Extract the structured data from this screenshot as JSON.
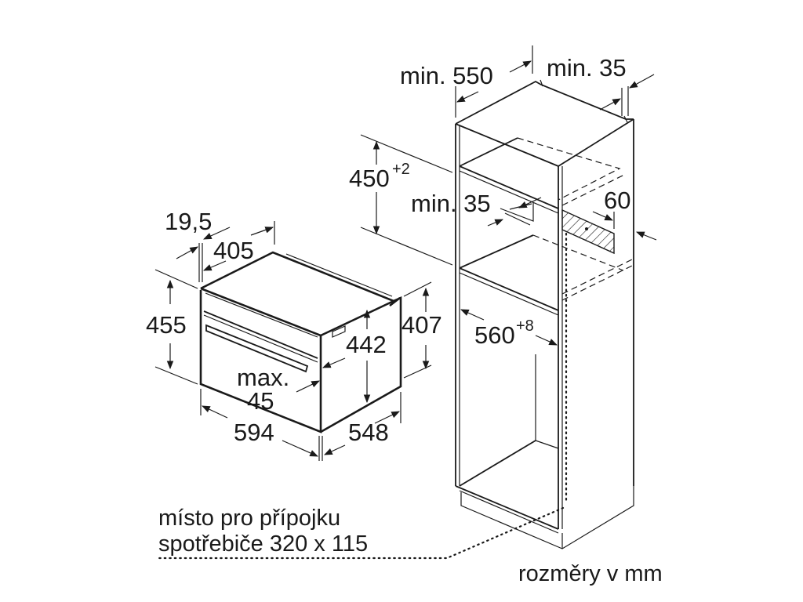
{
  "diagram": {
    "title": "Installation dimensions – built-in compact oven in tall cabinet",
    "background_color": "#ffffff",
    "line_color": "#1a1a1a",
    "appliance": {
      "dimensions": {
        "depth_offset": "19,5",
        "top_depth": "405",
        "height_front": "455",
        "body_height": "442",
        "niche_height": "407",
        "width": "594",
        "depth": "548",
        "handle_gap_label": "max.",
        "handle_gap_value": "45"
      }
    },
    "cabinet": {
      "dimensions": {
        "min_depth": "min. 550",
        "min_back_gap": "min. 35",
        "niche_height_base": "450",
        "niche_height_tolerance": "+2",
        "min_vent_gap": "min. 35",
        "vent_depth": "60",
        "niche_width_base": "560",
        "niche_width_tolerance": "+8"
      }
    },
    "notes": {
      "connection_line1": "místo pro přípojku",
      "connection_line2": "spotřebiče 320 x 115",
      "units": "rozměry v mm"
    }
  }
}
